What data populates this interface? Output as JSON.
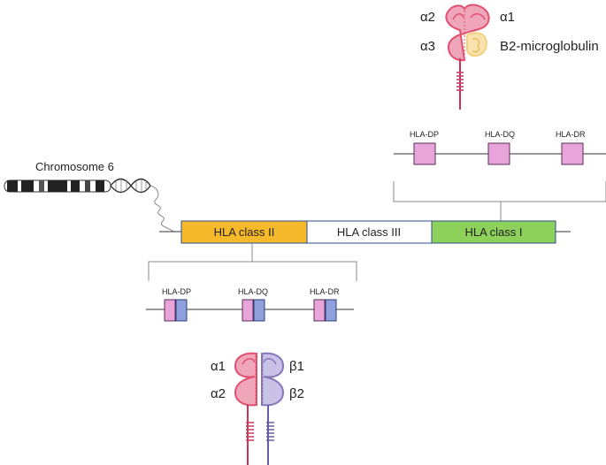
{
  "chromosome": {
    "label": "Chromosome 6"
  },
  "mhc_region": {
    "segments": [
      {
        "label": "HLA class II",
        "color": "#F6B92B"
      },
      {
        "label": "HLA class III",
        "color": "#FFFFFF"
      },
      {
        "label": "HLA class I",
        "color": "#8DD05A"
      }
    ]
  },
  "class1_genes": {
    "labels": [
      "HLA-DP",
      "HLA-DQ",
      "HLA-DR"
    ],
    "box_color": "#E8A5D9"
  },
  "class2_genes": {
    "labels": [
      "HLA-DP",
      "HLA-DQ",
      "HLA-DR"
    ],
    "alpha_color": "#E8A5D9",
    "beta_color": "#8FA0DC"
  },
  "class1_molecule": {
    "alpha1": "α1",
    "alpha2": "α2",
    "alpha3": "α3",
    "b2m": "B2-microglobulin",
    "chain_color": "#E2506F",
    "b2m_color": "#F3D27A"
  },
  "class2_molecule": {
    "alpha1": "α1",
    "alpha2": "α2",
    "beta1": "β1",
    "beta2": "β2",
    "alpha_color": "#E2506F",
    "beta_color": "#8577B8"
  }
}
